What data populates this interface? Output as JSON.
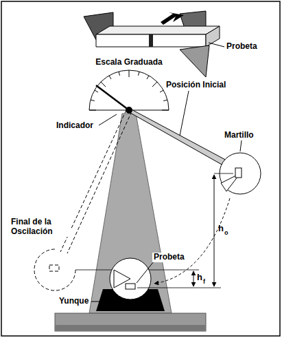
{
  "diagram": {
    "labels": [
      "Probeta",
      "Escala Graduada",
      "Posición Inicial",
      "Indicador",
      "Martillo",
      "h",
      "o",
      "Final de la Oscilación",
      "Probeta",
      "h",
      "f",
      "Yunque"
    ]
  }
}
